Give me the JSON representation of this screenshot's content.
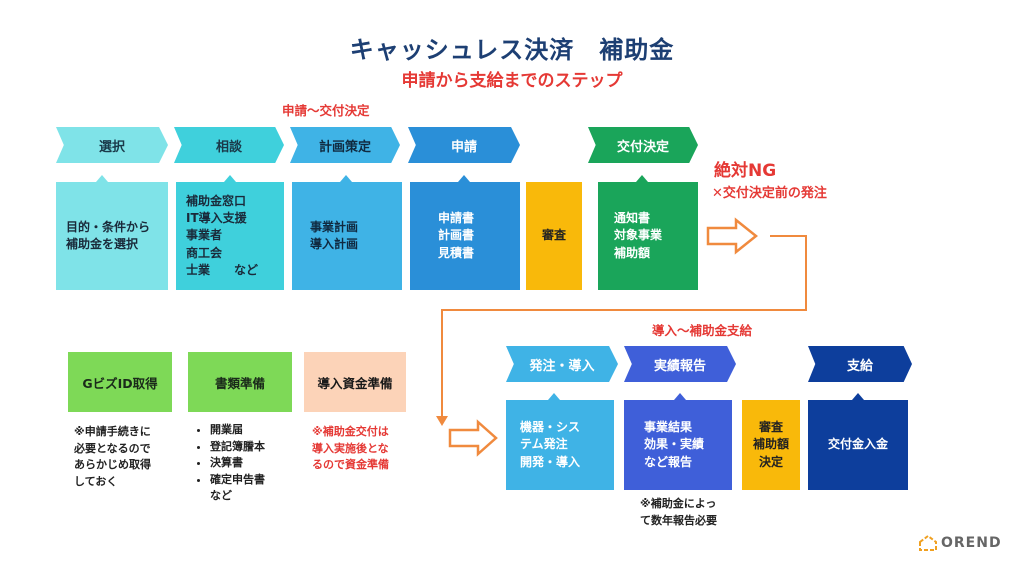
{
  "title": "キャッシュレス決済　補助金",
  "subtitle": "申請から支給までのステップ",
  "phase1": {
    "label": "申請〜交付決定",
    "steps": [
      {
        "label": "選択",
        "text": "目的・条件から\n補助金を選択"
      },
      {
        "label": "相談",
        "text": "補助金窓口\nIT導入支援\n事業者\n商工会\n士業　　など"
      },
      {
        "label": "計画策定",
        "text": "事業計画\n導入計画"
      },
      {
        "label": "申請",
        "text": "申請書\n計画書\n見積書"
      },
      {
        "label": "審査"
      },
      {
        "label": "交付決定",
        "text": "通知書\n対象事業\n補助額"
      }
    ]
  },
  "ng": {
    "title": "絶対NG",
    "text": "✕交付決定前の発注"
  },
  "phase2": {
    "label": "導入〜補助金支給",
    "steps": [
      {
        "label": "発注・導入",
        "text": "機器・シス\nテム発注\n開発・導入"
      },
      {
        "label": "実績報告",
        "text": "事業結果\n効果・実績\nなど報告"
      },
      {
        "label": "審査\n補助額\n決定"
      },
      {
        "label": "支給",
        "text": "交付金入金"
      }
    ],
    "report_note": "※補助金によっ\nて数年報告必要"
  },
  "prep": [
    {
      "label": "GビズID取得",
      "note": "※申請手続きに\n必要となるので\nあらかじめ取得\nしておく"
    },
    {
      "label": "書類準備",
      "items": [
        "開業届",
        "登記簿謄本",
        "決算書",
        "確定申告書\nなど"
      ]
    },
    {
      "label": "導入資金準備",
      "note": "※補助金交付は\n導入実施後とな\nるので資金準備"
    }
  ],
  "logo": "OREND",
  "colors": {
    "title": "#1d3f73",
    "red": "#e53935",
    "orange": "#f08a3e",
    "light_cyan": "#7fe3e8",
    "cyan": "#3fd0dc",
    "sky": "#3fb3e6",
    "blue": "#2a8fd8",
    "gold": "#f9b90a",
    "green": "#1aa55a",
    "bright_blue": "#3d8ee6",
    "indigo": "#3f5fd9",
    "navy": "#0d3e9c",
    "light_green": "#7ed957",
    "peach": "#fcd3b8"
  }
}
